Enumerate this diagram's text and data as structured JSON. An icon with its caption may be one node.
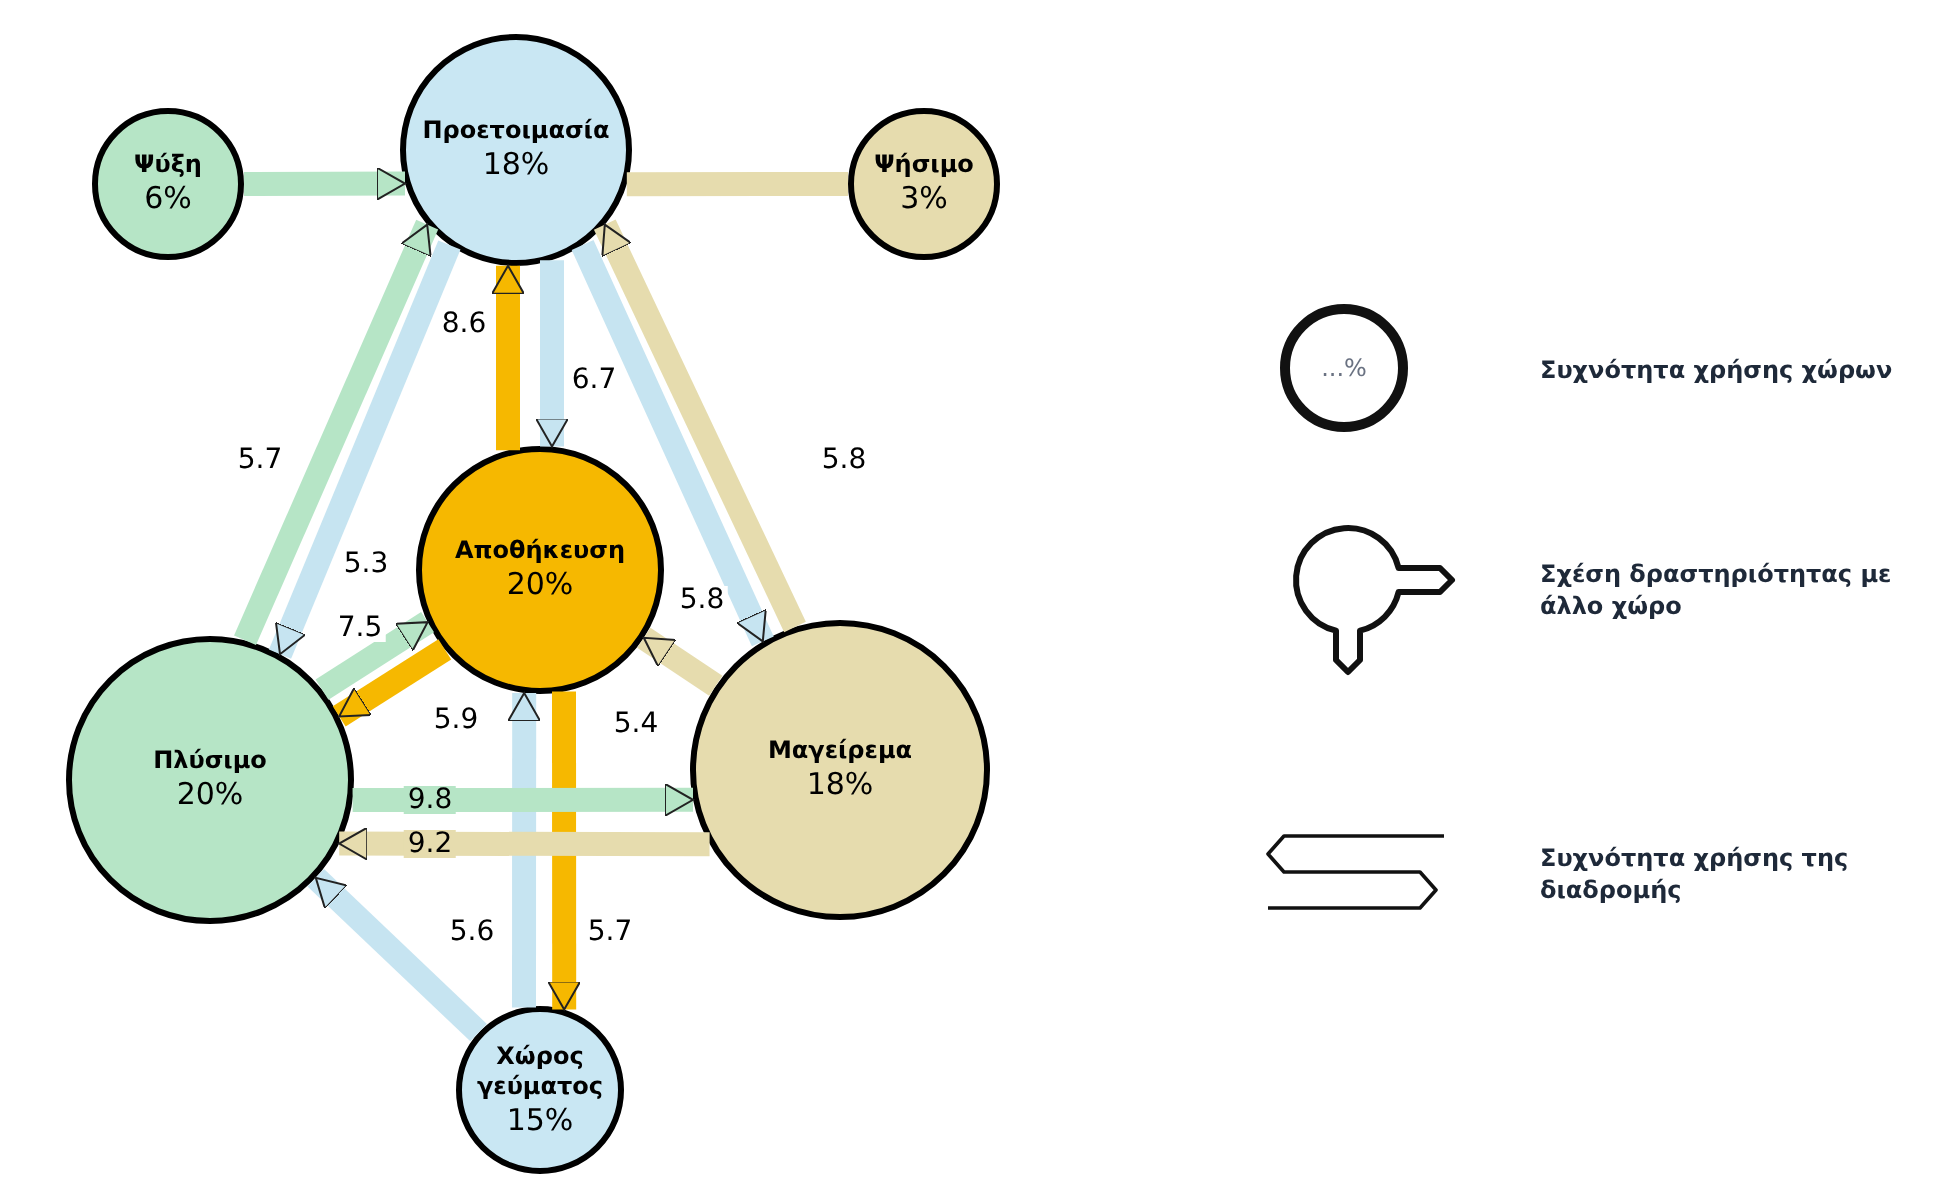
{
  "diagram": {
    "nodes": [
      {
        "text": [
          "Προετοιμασία",
          "18%"
        ]
      },
      {
        "text": [
          "Ψύξη",
          "6%"
        ]
      },
      {
        "text": [
          "Ψήσιμο",
          "3%"
        ]
      },
      {
        "text": [
          "Αποθήκευση",
          "20%"
        ]
      },
      {
        "text": [
          "Πλύσιμο",
          "20%"
        ]
      },
      {
        "text": [
          "Μαγείρεμα",
          "18%"
        ]
      },
      {
        "text": [
          "Χώρος γεύματος",
          "15%"
        ]
      }
    ],
    "edges": [
      {
        "from": 1,
        "to": 0,
        "arrow": "to",
        "color": "#b6e5c6"
      },
      {
        "from": 2,
        "to": 0,
        "arrow": "none",
        "color": "#e6dcae"
      },
      {
        "from": 4,
        "to": 0,
        "arrow": "to",
        "label": "5.7",
        "color": "#b6e5c6"
      },
      {
        "from": 0,
        "to": 4,
        "arrow": "to",
        "label": "5.3",
        "color": "#c6e4f1"
      },
      {
        "from": 3,
        "to": 0,
        "arrow": "to",
        "label": "8.6",
        "color": "#f6b800"
      },
      {
        "from": 0,
        "to": 3,
        "arrow": "to",
        "label": "6.7",
        "color": "#c6e4f1"
      },
      {
        "from": 5,
        "to": 0,
        "arrow": "to",
        "label": "5.8",
        "color": "#e6dcae"
      },
      {
        "from": 0,
        "to": 5,
        "arrow": "to",
        "label": "5.8",
        "color": "#c6e4f1"
      },
      {
        "from": 4,
        "to": 3,
        "arrow": "to",
        "label": "7.5",
        "color": "#b6e5c6"
      },
      {
        "from": 3,
        "to": 4,
        "arrow": "to",
        "label": "5.9",
        "color": "#f6b800"
      },
      {
        "from": 5,
        "to": 3,
        "arrow": "to",
        "label": "5.4",
        "color": "#e6dcae"
      },
      {
        "from": 4,
        "to": 5,
        "arrow": "to",
        "label": "9.8",
        "color": "#b6e5c6"
      },
      {
        "from": 5,
        "to": 4,
        "arrow": "to",
        "label": "9.2",
        "color": "#e6dcae"
      },
      {
        "from": 6,
        "to": 4,
        "arrow": "to",
        "label": "5.6",
        "color": "#c6e4f1"
      },
      {
        "from": 6,
        "to": 3,
        "arrow": "to",
        "color": "#c6e4f1"
      },
      {
        "from": 3,
        "to": 6,
        "arrow": "to",
        "label": "5.7",
        "color": "#f6b800"
      }
    ],
    "labels": [
      "...%"
    ],
    "legend": [
      {
        "text": "Συχνότητα χρήσης χώρων"
      },
      {
        "text": "Σχέση δραστηριότητας με άλλο χώρο"
      },
      {
        "text": "Συχνότητα χρήσης της διαδρομής"
      }
    ]
  }
}
